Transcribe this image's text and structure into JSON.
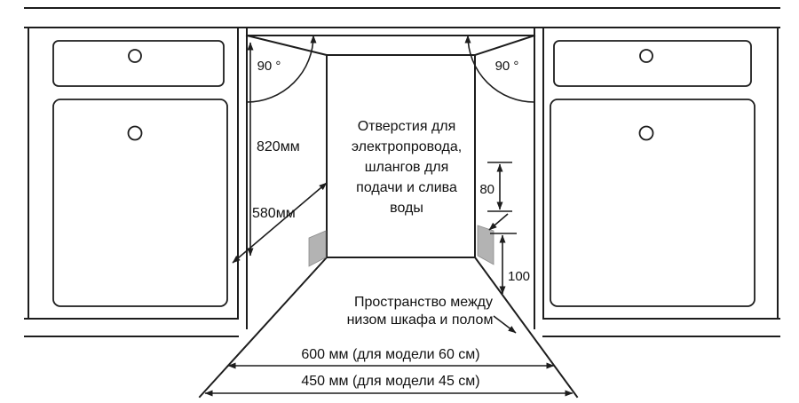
{
  "diagram": {
    "background": "#ffffff",
    "line_color": "#1d1d1d",
    "hole_color": "#b3b3b3",
    "labels": {
      "angle_left": "90 °",
      "angle_right": "90 °",
      "niche_height": "820мм",
      "niche_depth": "580мм",
      "hole_dim_top": "80",
      "hole_dim_bottom": "100",
      "holes_note_lines": [
        "Отверстия для",
        "электропровода,",
        "шлангов для",
        "подачи и слива",
        "воды"
      ],
      "floor_gap_note_lines": [
        "Пространство между",
        "низом шкафа и полом"
      ],
      "width_60_model": "600 мм (для модели 60 см)",
      "width_45_model": "450 мм (для модели 45 см)"
    }
  }
}
